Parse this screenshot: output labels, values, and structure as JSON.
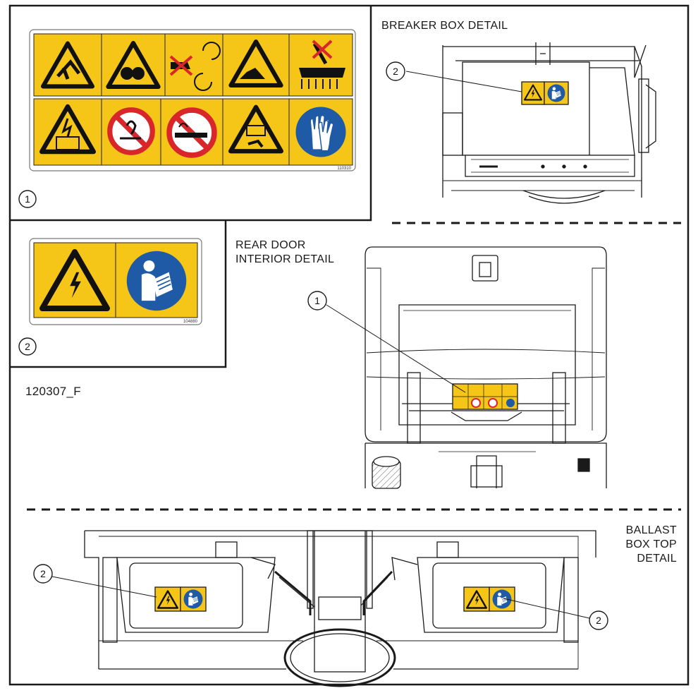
{
  "drawing_number": "120307_F",
  "views": {
    "breaker_box": {
      "title_lines": [
        "BREAKER BOX DETAIL"
      ]
    },
    "rear_door": {
      "title_lines": [
        "REAR DOOR",
        "INTERIOR DETAIL"
      ]
    },
    "ballast_box": {
      "title_lines": [
        "BALLAST",
        "BOX TOP",
        "DETAIL"
      ]
    }
  },
  "decals": [
    {
      "callout": "1",
      "part_number": "110310",
      "panels": [
        "entanglement-hand-warning",
        "entanglement-rollers-warning",
        "no-hands-rotating-parts",
        "crush-hazard-warning",
        "no-stepping-on-brushes",
        "battery-explosion-warning",
        "no-open-flame",
        "no-smoking",
        "battery-acid-warning",
        "wear-gloves"
      ]
    },
    {
      "callout": "2",
      "part_number": "104880",
      "panels": [
        "electrical-shock-warning",
        "read-manual"
      ]
    }
  ],
  "callouts": {
    "breaker_box": "2",
    "rear_door": "1",
    "ballast_left": "2",
    "ballast_right": "2"
  },
  "colors": {
    "warning_yellow": "#F5C518",
    "mandatory_blue": "#1F5AA6",
    "prohibition_red": "#D9262B",
    "line": "#1a1a1a"
  }
}
